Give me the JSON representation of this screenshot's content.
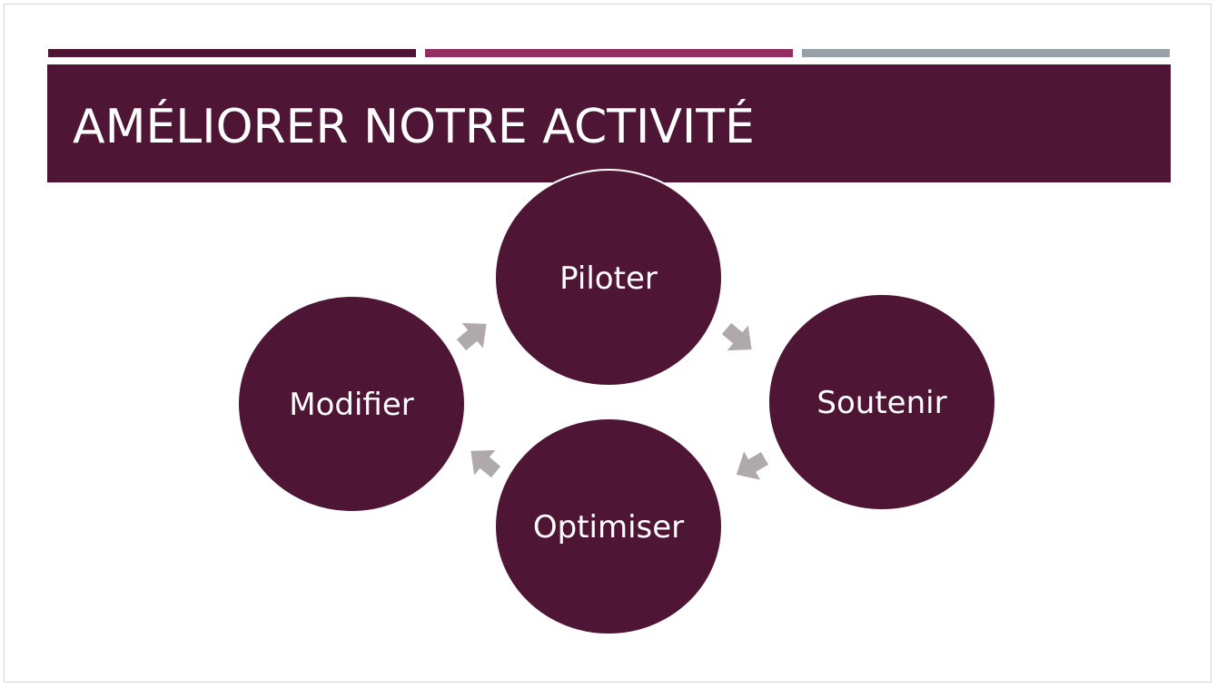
{
  "title": "AMÉLIORER NOTRE ACTIVITÉ",
  "colors": {
    "primary": "#4e1535",
    "accent_magenta": "#932d63",
    "accent_gray": "#98a0a8",
    "arrow": "#b0a9ab",
    "text_light": "#ffffff"
  },
  "cycle": {
    "nodes": [
      {
        "id": "piloter",
        "label": "Piloter"
      },
      {
        "id": "soutenir",
        "label": "Soutenir"
      },
      {
        "id": "optimiser",
        "label": "Optimiser"
      },
      {
        "id": "modifier",
        "label": "Modifier"
      }
    ],
    "direction": "clockwise"
  }
}
